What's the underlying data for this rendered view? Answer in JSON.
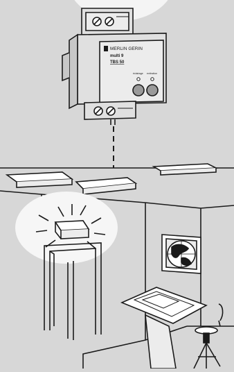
{
  "device": {
    "brand": "MERLIN GERIN",
    "series": "multi 9",
    "model": "TBS 50",
    "left_button_label": "éclairage",
    "right_button_label": "extinction"
  },
  "colors": {
    "background": "#d7d7d7",
    "highlight": "#f4f4f4",
    "line": "#1a1a1a",
    "device_body": "#e0e0e0"
  }
}
